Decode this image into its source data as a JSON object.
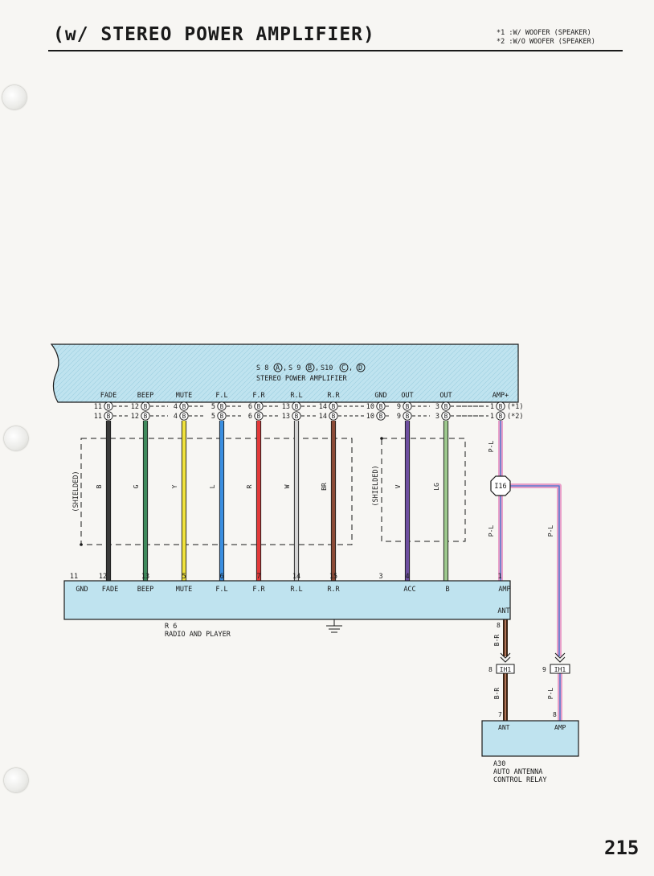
{
  "header": {
    "title": "(w/ STEREO POWER AMPLIFIER)",
    "notes": [
      "*1 :W/ WOOFER (SPEAKER)",
      "*2 :W/O WOOFER (SPEAKER)"
    ]
  },
  "amplifier": {
    "connectors": [
      {
        "code": "S 8",
        "letter": "A"
      },
      {
        "code": "S 9",
        "letter": "B"
      },
      {
        "code": "S10",
        "letter": "C"
      },
      {
        "code": "",
        "letter": "D"
      }
    ],
    "name": "STEREO POWER AMPLIFIER"
  },
  "amp_pins": [
    {
      "label": "FADE",
      "row1": "11",
      "row2": "11",
      "conn": "B"
    },
    {
      "label": "BEEP",
      "row1": "12",
      "row2": "12",
      "conn": "B"
    },
    {
      "label": "MUTE",
      "row1": "4",
      "row2": "4",
      "conn": "B"
    },
    {
      "label": "F.L",
      "row1": "5",
      "row2": "5",
      "conn": "B"
    },
    {
      "label": "F.R",
      "row1": "6",
      "row2": "6",
      "conn": "B"
    },
    {
      "label": "R.L",
      "row1": "13",
      "row2": "13",
      "conn": "B"
    },
    {
      "label": "R.R",
      "row1": "14",
      "row2": "14",
      "conn": "B"
    },
    {
      "label": "GND",
      "row1": "10",
      "row2": "10",
      "conn": "B"
    },
    {
      "label": "OUT",
      "row1": "9",
      "row2": "9",
      "conn": "B"
    },
    {
      "label": "OUT",
      "row1": "3",
      "row2": "3",
      "conn": "B"
    },
    {
      "label": "AMP+",
      "row1": "1",
      "row2": "1",
      "conn": "B",
      "mark1": "(*1)",
      "mark2": "(*2)"
    }
  ],
  "wires": [
    {
      "code": "B",
      "color": "#3a3a3a"
    },
    {
      "code": "G",
      "color": "#3f8a5c"
    },
    {
      "code": "Y",
      "color": "#f0e23c"
    },
    {
      "code": "L",
      "color": "#3a8ee0"
    },
    {
      "code": "R",
      "color": "#e23a3a"
    },
    {
      "code": "W",
      "color": "#d4d4d4"
    },
    {
      "code": "BR",
      "color": "#8b4a36"
    },
    {
      "code": "V",
      "color": "#6e4fa0"
    },
    {
      "code": "LG",
      "color": "#9ec98e"
    },
    {
      "code": "P-L",
      "color": "#e8a0c8"
    },
    {
      "code": "P-L",
      "color": "#e8a0c8"
    },
    {
      "code": "P-L",
      "color": "#e8a0c8"
    },
    {
      "code": "B-R",
      "color": "#6b4a2e"
    },
    {
      "code": "B-R",
      "color": "#6b4a2e"
    },
    {
      "code": "P-L",
      "color": "#e8a0c8"
    }
  ],
  "shield_label": "(SHIELDED)",
  "junction": "I16",
  "radio": {
    "name": "R 6",
    "subname": "RADIO AND PLAYER",
    "pins": [
      {
        "num": "11",
        "label": "GND"
      },
      {
        "num": "12",
        "label": "FADE"
      },
      {
        "num": "13",
        "label": "BEEP"
      },
      {
        "num": "5",
        "label": "MUTE"
      },
      {
        "num": "6",
        "label": "F.L"
      },
      {
        "num": "7",
        "label": "F.R"
      },
      {
        "num": "14",
        "label": "R.L"
      },
      {
        "num": "15",
        "label": "R.R"
      },
      {
        "num": "3",
        "label": "ACC"
      },
      {
        "num": "4",
        "label": "B"
      },
      {
        "num": "1",
        "label": "AMP"
      },
      {
        "num": "8",
        "label": "ANT"
      }
    ]
  },
  "ih1_connectors": [
    {
      "id": "IH1",
      "num": "8"
    },
    {
      "id": "IH1",
      "num": "9"
    }
  ],
  "relay": {
    "pins": [
      {
        "num": "7",
        "label": "ANT"
      },
      {
        "num": "8",
        "label": "AMP"
      }
    ],
    "name": "A30",
    "lines": [
      "AUTO ANTENNA",
      "CONTROL RELAY"
    ]
  },
  "page_number": "215"
}
